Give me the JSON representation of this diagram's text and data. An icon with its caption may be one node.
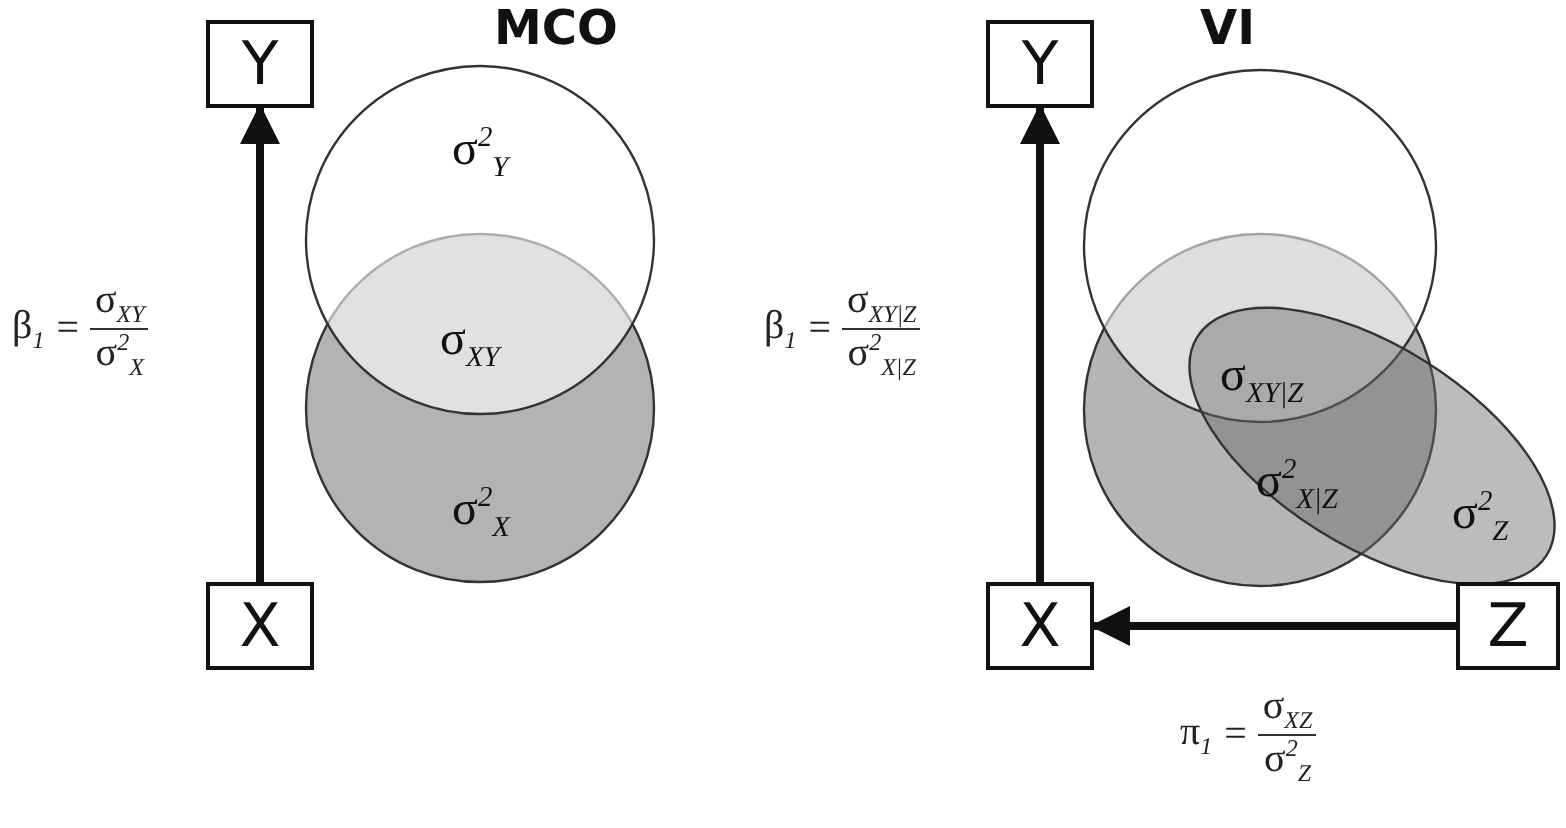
{
  "diagram": {
    "nodes": [
      {
        "text": [
          "Y"
        ]
      },
      {
        "text": [
          "X"
        ]
      },
      {
        "text": [
          "σ$^{2}$$_{Y}$"
        ]
      },
      {
        "text": [
          "σ$^{2}$$_{X}$"
        ]
      },
      {
        "text": [
          "Y"
        ]
      },
      {
        "text": [
          "X"
        ]
      },
      {
        "text": [
          "Z"
        ]
      },
      {
        "text": [],
        "shape": "circle"
      },
      {
        "text": [],
        "shape": "circle"
      },
      {
        "text": [
          "σ$^{2}$$_{Z}$"
        ]
      }
    ],
    "edges": [
      {
        "from": 1,
        "to": 0,
        "arrow": "to",
        "label": "β$_{1}$ = σ$_{XY}$ σ$^{2}$$_{X}$"
      },
      {
        "from": 5,
        "to": 4,
        "arrow": "to",
        "label": "β$_{1}$ = σ$_{XY|Z}$ σ$^{2}$$_{X|Z}$"
      },
      {
        "from": 6,
        "to": 5,
        "arrow": "to",
        "label": "π$_{1}$ = σ$_{XZ}$ σ$^{2}$$_{Z}$"
      }
    ],
    "labels": [
      "MCO",
      "VI",
      "σ$_{XY}$",
      "σ$_{XY|Z}$",
      "σ$^{2}$$_{X|Z}$"
    ]
  }
}
